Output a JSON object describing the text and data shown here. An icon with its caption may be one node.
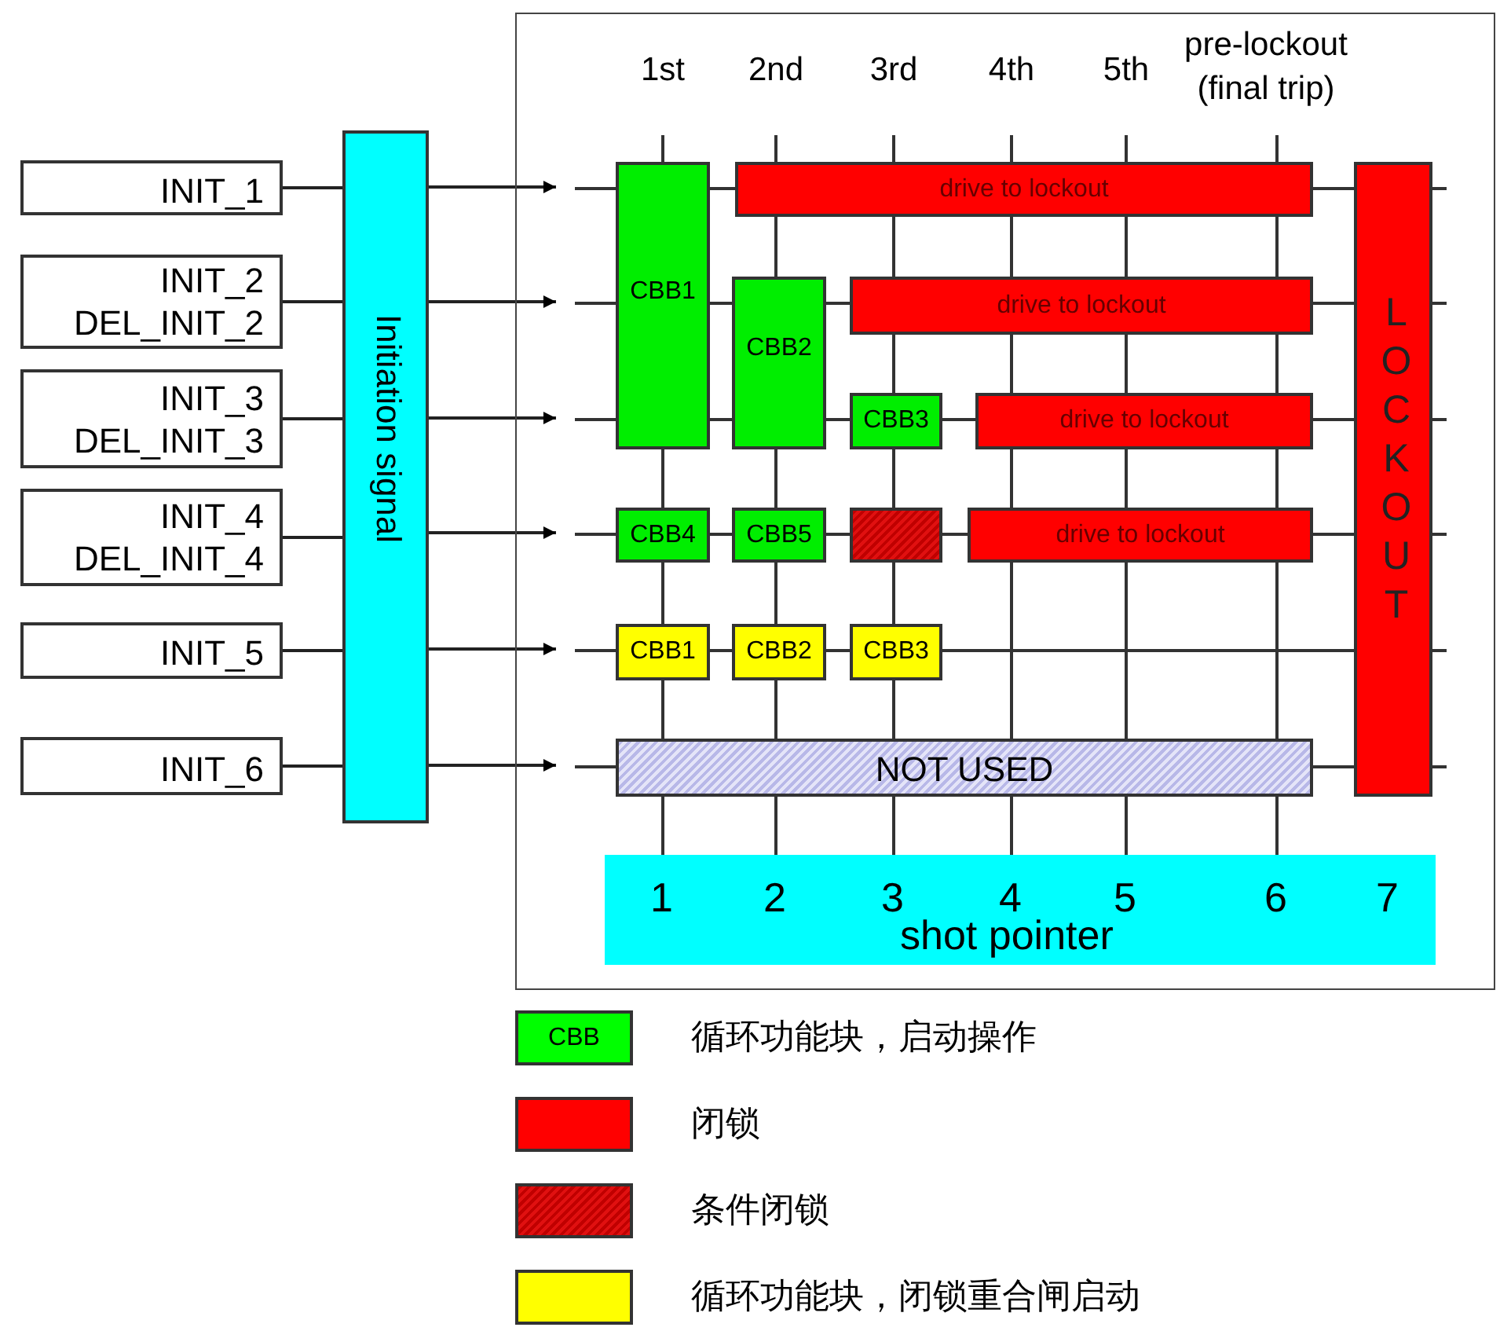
{
  "diagram": {
    "nodes": [
      {
        "text": [
          "INIT_1"
        ]
      },
      {
        "text": [
          "INIT_2",
          "DEL_INIT_2"
        ]
      },
      {
        "text": [
          "INIT_3",
          "DEL_INIT_3"
        ]
      },
      {
        "text": [
          "INIT_4",
          "DEL_INIT_4"
        ]
      },
      {
        "text": [
          "INIT_5"
        ]
      },
      {
        "text": [
          "INIT_6"
        ]
      },
      {
        "text": [
          "Initiation signal"
        ]
      },
      {
        "text": [],
        "shape": "box"
      },
      {
        "text": [
          "CBB1"
        ],
        "in": 7
      },
      {
        "text": [
          "drive to lockout"
        ],
        "in": 7
      },
      {
        "text": [
          "CBB2"
        ],
        "in": 7
      },
      {
        "text": [
          "drive to lockout"
        ],
        "in": 7
      },
      {
        "text": [
          "CBB3"
        ],
        "in": 7
      },
      {
        "text": [
          "drive to lockout"
        ],
        "in": 7
      },
      {
        "text": [
          "CBB4"
        ],
        "in": 7
      },
      {
        "text": [
          "CBB5"
        ],
        "in": 7
      },
      {
        "text": [],
        "shape": "box",
        "in": 7
      },
      {
        "text": [
          "drive to lockout"
        ],
        "in": 7
      },
      {
        "text": [
          "CBB1"
        ],
        "in": 7
      },
      {
        "text": [
          "CBB2"
        ],
        "in": 7
      },
      {
        "text": [
          "CBB3"
        ],
        "in": 7
      },
      {
        "text": [
          "NOT USED"
        ],
        "in": 7
      },
      {
        "text": [
          "LOCKOUT"
        ],
        "in": 7
      },
      {
        "text": [
          "1",
          "2",
          "3",
          "4",
          "5",
          "6",
          "7",
          "shot pointer"
        ],
        "in": 7
      }
    ],
    "edges": [
      {
        "from": 0,
        "to": 6,
        "arrow": "none"
      },
      {
        "from": 1,
        "to": 6,
        "arrow": "none"
      },
      {
        "from": 2,
        "to": 6,
        "arrow": "none"
      },
      {
        "from": 3,
        "to": 6,
        "arrow": "none"
      },
      {
        "from": 4,
        "to": 6,
        "arrow": "none"
      },
      {
        "from": 5,
        "to": 6,
        "arrow": "none"
      },
      {
        "from": 6,
        "to": 7,
        "arrow": "to"
      },
      {
        "from": 6,
        "to": 7,
        "arrow": "to"
      },
      {
        "from": 6,
        "to": 7,
        "arrow": "to"
      },
      {
        "from": 6,
        "to": 7,
        "arrow": "to"
      },
      {
        "from": 6,
        "to": 7,
        "arrow": "to"
      },
      {
        "from": 6,
        "to": 7,
        "arrow": "to"
      }
    ],
    "labels": [
      "1st",
      "2nd",
      "3rd",
      "4th",
      "5th",
      "pre-lockout (final trip)",
      "CBB"
    ],
    "legend": [
      {
        "text": "循环功能块，启动操作",
        "color": "#00ff00"
      },
      {
        "text": "闭锁",
        "color": "#ff0000"
      },
      {
        "text": "条件闭锁",
        "color": "#c00000"
      },
      {
        "text": "循环功能块，闭锁重合闸启动",
        "color": "#ffff00"
      }
    ]
  }
}
